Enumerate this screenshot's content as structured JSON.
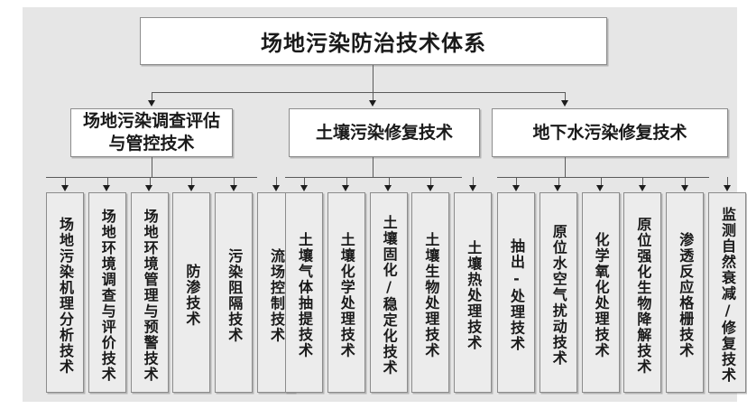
{
  "diagram": {
    "title": "场地污染防治技术体系",
    "background_color": "#e6e6e6",
    "box_fill": "#ffffff",
    "leaf_fill": "#ececec",
    "border_color": "#8c8c8c",
    "connector_color": "#5a5a5a",
    "branches": [
      {
        "label": "场地污染调查评估与管控技术",
        "leaves": [
          "场地污染机理分析技术",
          "场地环境调查与评价技术",
          "场地环境管理与预警技术",
          "防渗技术",
          "污染阻隔技术",
          "流场控制技术"
        ]
      },
      {
        "label": "土壤污染修复技术",
        "leaves": [
          "土壤气体抽提技术",
          "土壤化学处理技术",
          "土壤固化/稳定化技术",
          "土壤生物处理技术",
          "土壤热处理技术"
        ]
      },
      {
        "label": "地下水污染修复技术",
        "leaves": [
          "抽出-处理技术",
          "原位水空气扰动技术",
          "化学氧化处理技术",
          "原位强化生物降解技术",
          "渗透反应格栅技术",
          "监测自然衰减/修复技术"
        ]
      }
    ]
  }
}
